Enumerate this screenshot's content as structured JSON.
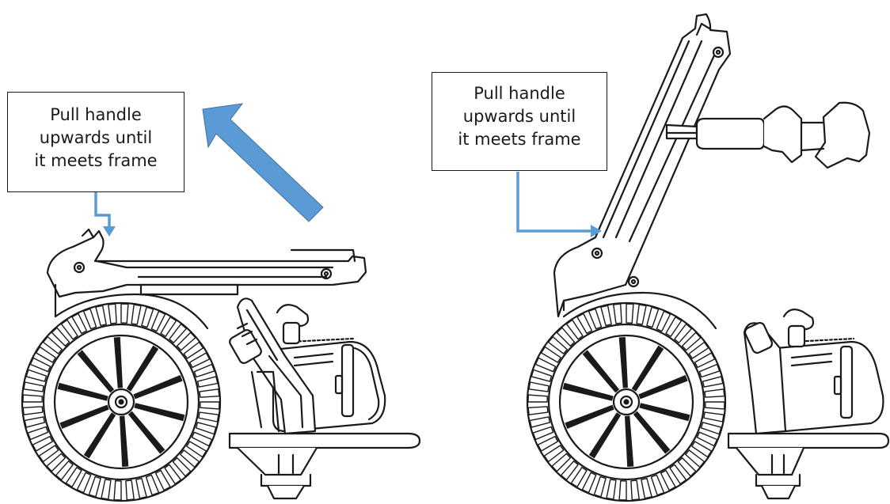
{
  "callouts": {
    "left": {
      "line1": "Pull handle",
      "line2": "upwards until",
      "line3": "it meets frame"
    },
    "right": {
      "line1": "Pull handle",
      "line2": "upwards until",
      "line3": "it meets frame"
    }
  },
  "colors": {
    "arrow": "#5b9bd5",
    "arrow_outline": "#41719c",
    "line_art": "#1a1a1a",
    "background": "#ffffff"
  }
}
